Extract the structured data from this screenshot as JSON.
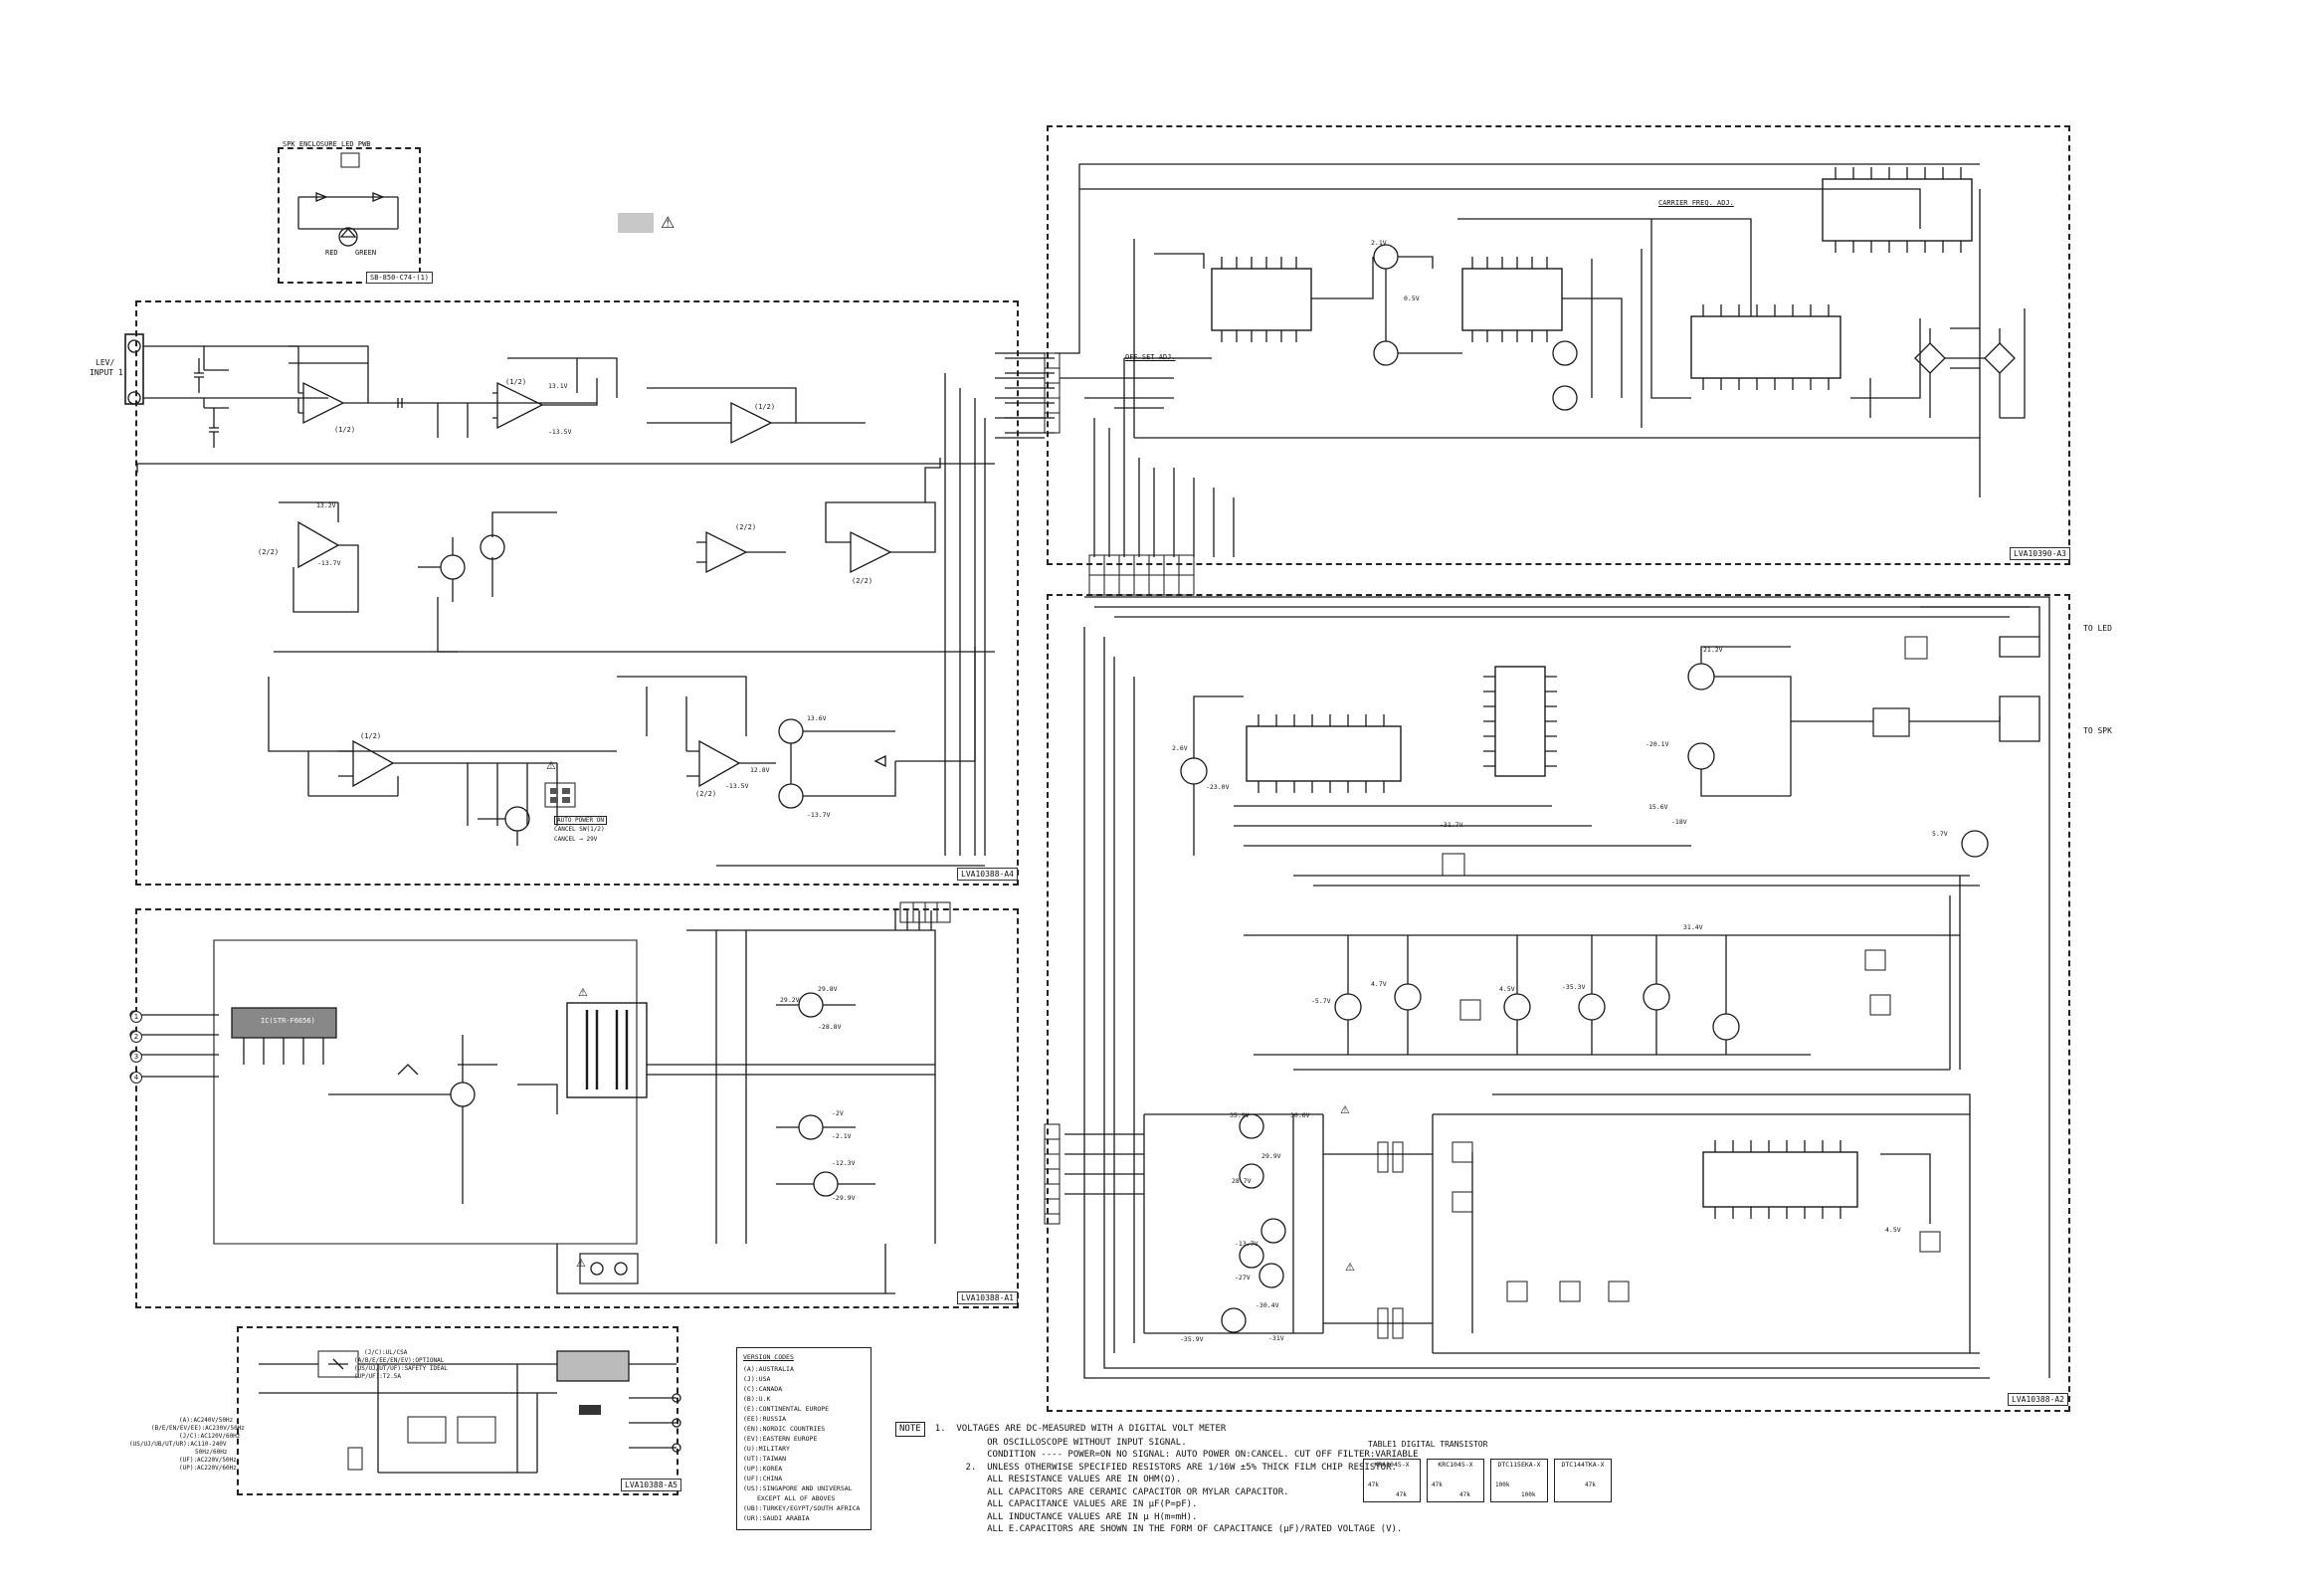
{
  "spk_enclosure": {
    "title": "SPK ENCLOSURE LED PWB",
    "red": "RED",
    "green": "GREEN",
    "board": "SB-850-C74-(1)"
  },
  "input": {
    "label_1": "LEV/",
    "label_2": "INPUT 1"
  },
  "boards": {
    "a4": "LVA10388-A4",
    "a3": "LVA10390-A3",
    "a2": "LVA10388-A2",
    "a1": "LVA10388-A1",
    "a5": "LVA10388-A5"
  },
  "circuit_labels": {
    "carrier_freq_adj": "CARRIER FREQ. ADJ.",
    "off_set_adj": "OFF SET ADJ.",
    "to_led": "TO LED",
    "to_spk": "TO SPK",
    "auto_power_on": "AUTO POWER ON",
    "cancel_sw": "CANCEL SW(1/2)",
    "cancel_voltage": "CANCEL → 29V",
    "ic_power": "IC(STR-F6656)"
  },
  "opamp_labels": [
    "(1/2)",
    "(2/2)",
    "(1/2)",
    "(2/2)",
    "(1/2)",
    "(2/2)",
    "(1/2)",
    "(2/2)"
  ],
  "voltage_labels": [
    "13.1V",
    "-13.5V",
    "13.2V",
    "-13.7V",
    "13.6V",
    "-13.7V",
    "12.8V",
    "-13.5V",
    "2.1V",
    "2.6V",
    "0.5V",
    "-23.0V",
    "29.8V",
    "-28.8V",
    "29.2V",
    "-2V",
    "-2.1V",
    "-12.3V",
    "-29.9V",
    "35.9V",
    "30.6V",
    "29.9V",
    "28.7V",
    "-13.7V",
    "-27V",
    "-30.4V",
    "-31V",
    "-35.9V",
    "-5.7V",
    "4.7V",
    "4.5V",
    "-35.3V",
    "31.4V",
    "4.5V",
    "21.2V",
    "-20.1V",
    "5.7V",
    "-31.7V",
    "15.6V",
    "-18V"
  ],
  "version_codes": {
    "title": "VERSION CODES",
    "rows": [
      "(A):AUSTRALIA",
      "(J):USA",
      "(C):CANADA",
      "(B):U.K",
      "(E):CONTINENTAL EUROPE",
      "(EE):RUSSIA",
      "(EN):NORDIC COUNTRIES",
      "(EV):EASTERN EUROPE",
      "(U):MILITARY",
      "(UT):TAIWAN",
      "(UP):KOREA",
      "(UF):CHINA",
      "(US):SINGAPORE AND UNIVERSAL",
      "EXCEPT ALL OF ABOVES",
      "(UB):TURKEY/EGYPT/SOUTH AFRICA",
      "(UR):SAUDI ARABIA"
    ]
  },
  "mains_options": {
    "lines": [
      "(J/C):UL/CSA",
      "(A/B/E/EE/EN/EV):OPTIONAL",
      "(US/UJ/UT/UF):SAFETY IDEAL",
      "(UP/UF):T2.5A"
    ],
    "voltages": [
      "(A):AC240V/50Hz",
      "(B/E/EN/EV/EE):AC230V/50Hz",
      "(J/C):AC120V/60Hz",
      "(US/UJ/UB/UT/UR):AC110-240V",
      "50Hz/60Hz",
      "(UF):AC220V/50Hz",
      "(UP):AC220V/60Hz"
    ]
  },
  "notes": {
    "tag": "NOTE",
    "n1": "1.  VOLTAGES ARE DC-MEASURED WITH A DIGITAL VOLT METER",
    "n1b": "OR OSCILLOSCOPE WITHOUT INPUT SIGNAL.",
    "n1c": "CONDITION ---- POWER=ON NO SIGNAL: AUTO POWER ON:CANCEL. CUT OFF FILTER:VARIABLE",
    "n2": "2.  UNLESS OTHERWISE SPECIFIED RESISTORS ARE 1/16W ±5% THICK FILM CHIP RESISTOR.",
    "n2b": "ALL RESISTANCE VALUES ARE IN OHM(Ω).",
    "n2c": "ALL CAPACITORS ARE CERAMIC CAPACITOR OR MYLAR CAPACITOR.",
    "n2d": "ALL CAPACITANCE VALUES ARE IN µF(P=pF).",
    "n2e": "ALL INDUCTANCE VALUES ARE IN µ H(m=mH).",
    "n2f": "ALL E.CAPACITORS ARE SHOWN IN THE FORM OF CAPACITANCE (µF)/RATED VOLTAGE (V)."
  },
  "digital_transistor": {
    "title": "TABLE1  DIGITAL TRANSISTOR",
    "items": [
      {
        "name": "KRA104S-X",
        "r1": "47k",
        "r2": "47k"
      },
      {
        "name": "KRC104S-X",
        "r1": "47k",
        "r2": "47k"
      },
      {
        "name": "DTC115EKA-X",
        "r1": "100k",
        "r2": "100k"
      },
      {
        "name": "DTC144TKA-X",
        "r1": "47k",
        "r2": ""
      }
    ]
  },
  "colors": {
    "line": "#1a1a1a",
    "grey": "#c8c8c8"
  }
}
